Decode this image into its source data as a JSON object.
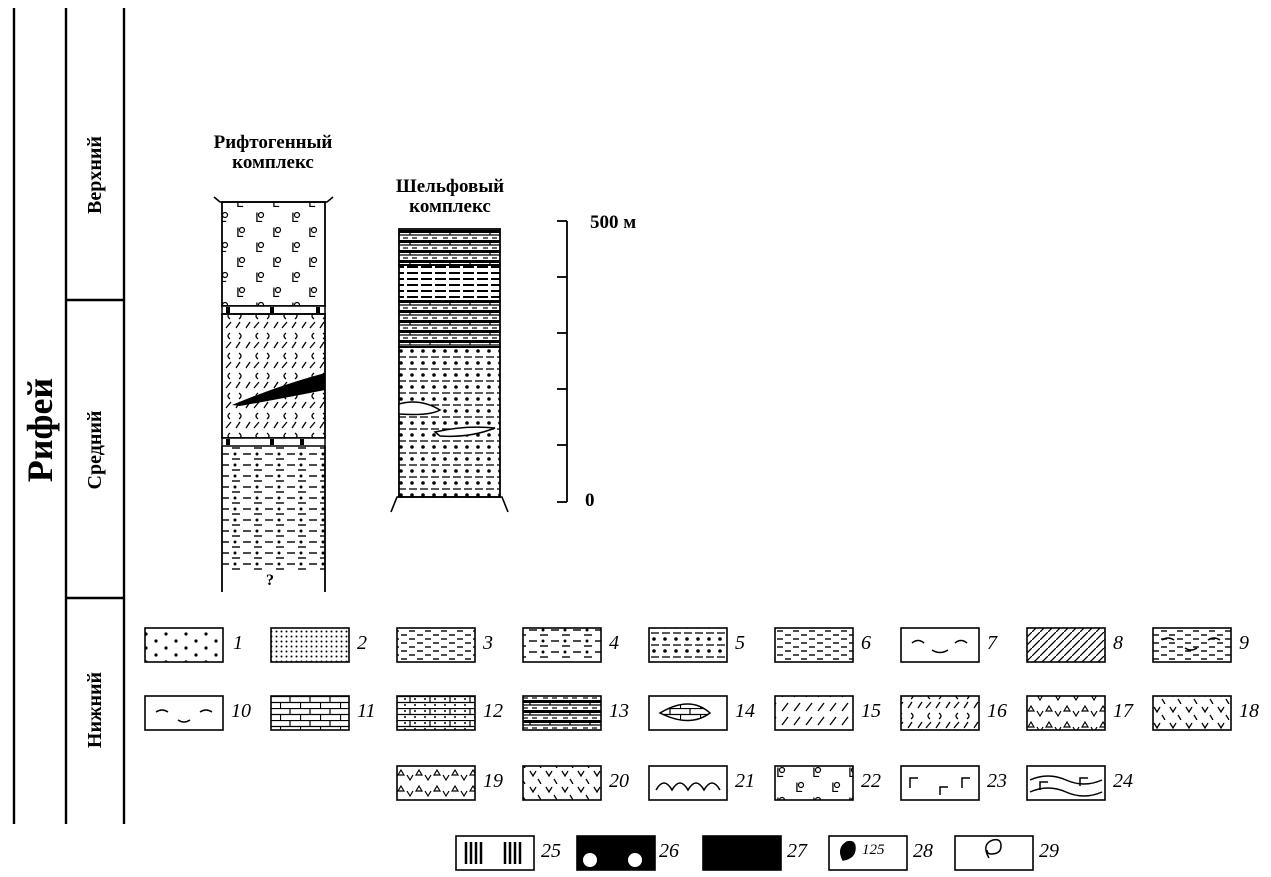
{
  "strat": {
    "system": "Рифей",
    "upper": "Верхний",
    "middle": "Средний",
    "lower": "Нижний"
  },
  "columns": {
    "rift_title_1": "Рифтогенный",
    "rift_title_2": "комплекс",
    "shelf_title_1": "Шельфовый",
    "shelf_title_2": "комплекс",
    "rift_unknown": "?"
  },
  "scale": {
    "top_label": "500 м",
    "bottom_label": "0"
  },
  "legend": {
    "numbers": [
      "1",
      "2",
      "3",
      "4",
      "5",
      "6",
      "7",
      "8",
      "9",
      "10",
      "11",
      "12",
      "13",
      "14",
      "15",
      "16",
      "17",
      "18",
      "19",
      "20",
      "21",
      "22",
      "23",
      "24",
      "25",
      "26",
      "27",
      "28",
      "29"
    ],
    "fossil_28": "125"
  },
  "colors": {
    "ink": "#000000",
    "paper": "#ffffff"
  }
}
